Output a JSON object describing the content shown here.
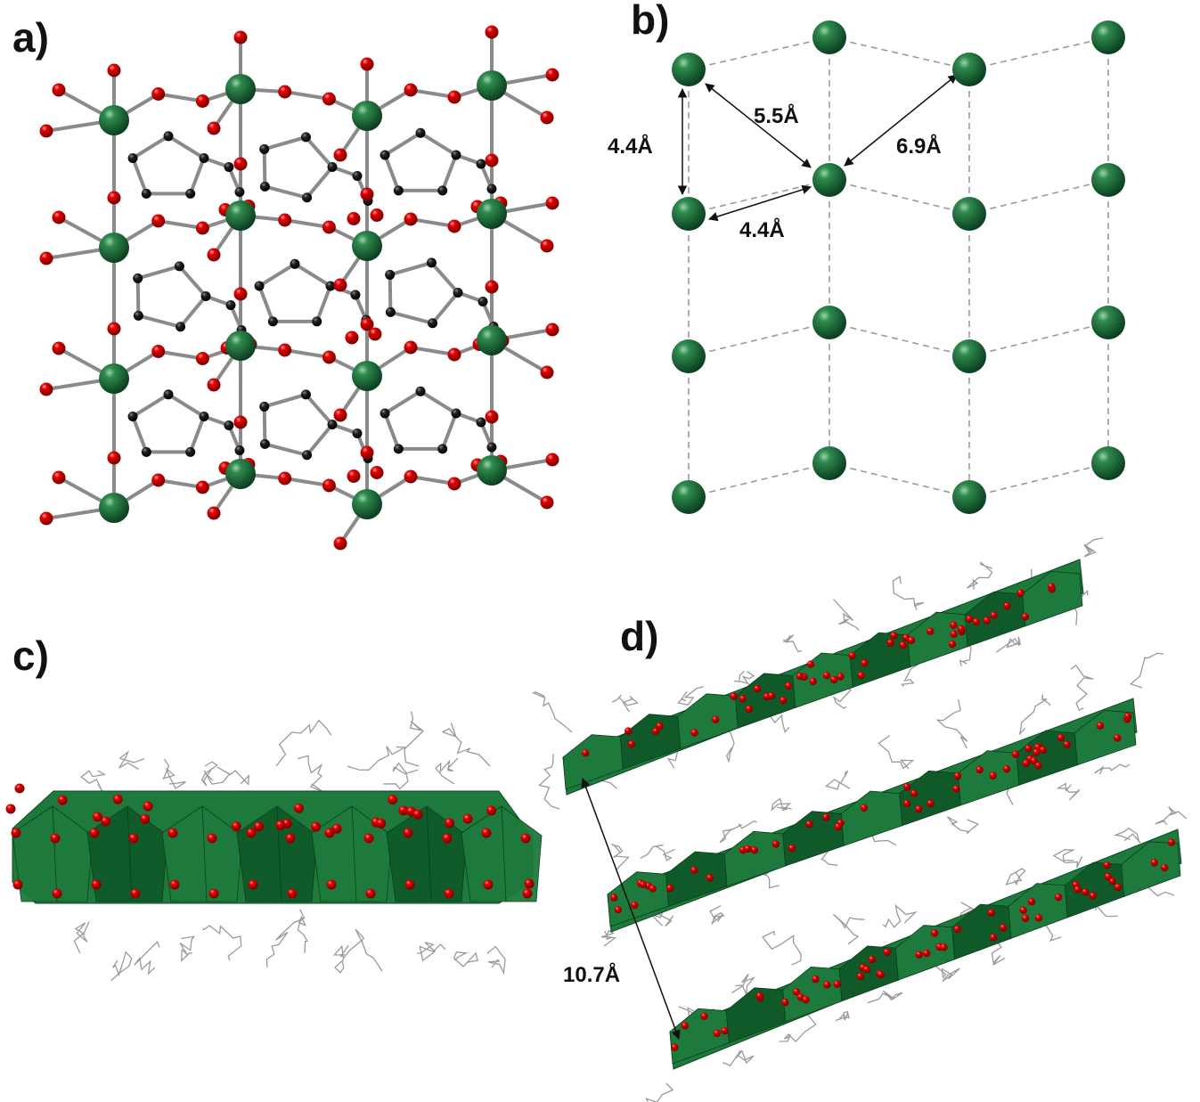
{
  "panels": {
    "a": {
      "label": "a)"
    },
    "b": {
      "label": "b)",
      "distances": [
        "5.5Å",
        "4.4Å",
        "6.9Å",
        "4.4Å"
      ]
    },
    "c": {
      "label": "c)"
    },
    "d": {
      "label": "d)",
      "distance": "10.7Å"
    }
  },
  "colors": {
    "metal": "#1b6b3a",
    "oxygen": "#d40000",
    "carbon": "#111111",
    "bond": "#8a8a8a",
    "polyhedron": "#1e7a3c",
    "polyhedron_dark": "#0f5a28",
    "ligand_wire": "#9a9a9a",
    "lattice_dash": "#9a9a9a"
  }
}
